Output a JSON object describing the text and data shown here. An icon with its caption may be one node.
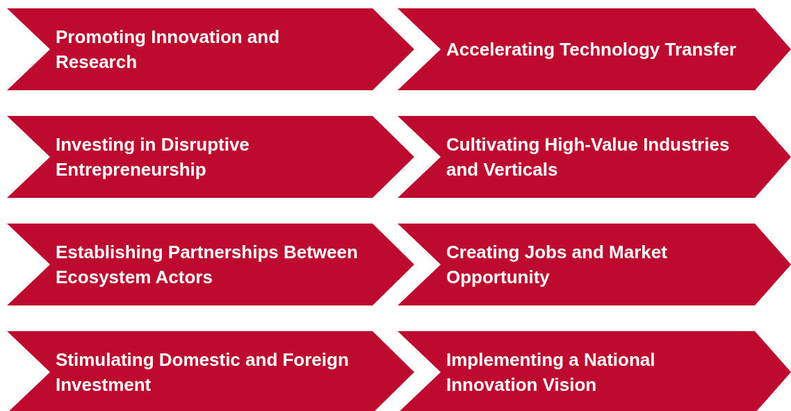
{
  "diagram": {
    "nodes": [
      {
        "text": [
          "Promoting Innovation and Research"
        ]
      },
      {
        "text": [
          "Accelerating Technology Transfer"
        ]
      },
      {
        "text": [
          "Investing in Disruptive Entrepreneurship"
        ]
      },
      {
        "text": [
          "Cultivating High-Value Industries and Verticals"
        ]
      },
      {
        "text": [
          "Establishing Partnerships Between Ecosystem Actors"
        ]
      },
      {
        "text": [
          "Creating Jobs and Market Opportunity"
        ]
      },
      {
        "text": [
          "Stimulating Domestic and Foreign Investment"
        ]
      },
      {
        "text": [
          "Implementing a National Innovation Vision"
        ]
      }
    ]
  }
}
